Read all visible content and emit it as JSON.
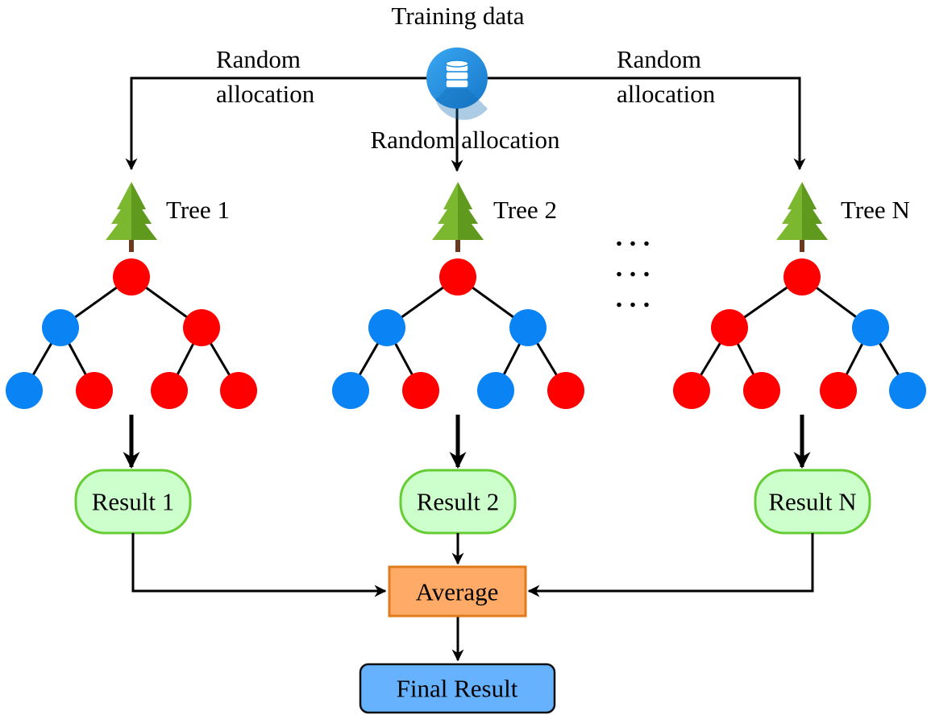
{
  "source": {
    "label": "Training data",
    "icon": "database-icon"
  },
  "allocation_labels": {
    "left_line1": "Random",
    "left_line2": "allocation",
    "center": "Random allocation",
    "right_line1": "Random",
    "right_line2": "allocation"
  },
  "trees": [
    {
      "label": "Tree 1",
      "result": "Result 1",
      "icon": "pine-tree-icon"
    },
    {
      "label": "Tree 2",
      "result": "Result 2",
      "icon": "pine-tree-icon"
    },
    {
      "label": "Tree N",
      "result": "Result N",
      "icon": "pine-tree-icon"
    }
  ],
  "ellipsis": ". . .",
  "aggregate": {
    "label": "Average"
  },
  "final": {
    "label": "Final Result"
  },
  "colors": {
    "red_node": "#ff0000",
    "blue_node": "#0a84f5",
    "result_fill": "#ccffcc",
    "result_stroke": "#66cc33",
    "average_fill": "#ffaa66",
    "average_stroke": "#e07b1e",
    "final_fill": "#66b2ff",
    "final_stroke": "#111111",
    "db_icon": "#1e8fe0",
    "tree_green": "#7cb82f",
    "tree_trunk": "#6b3a1e"
  }
}
